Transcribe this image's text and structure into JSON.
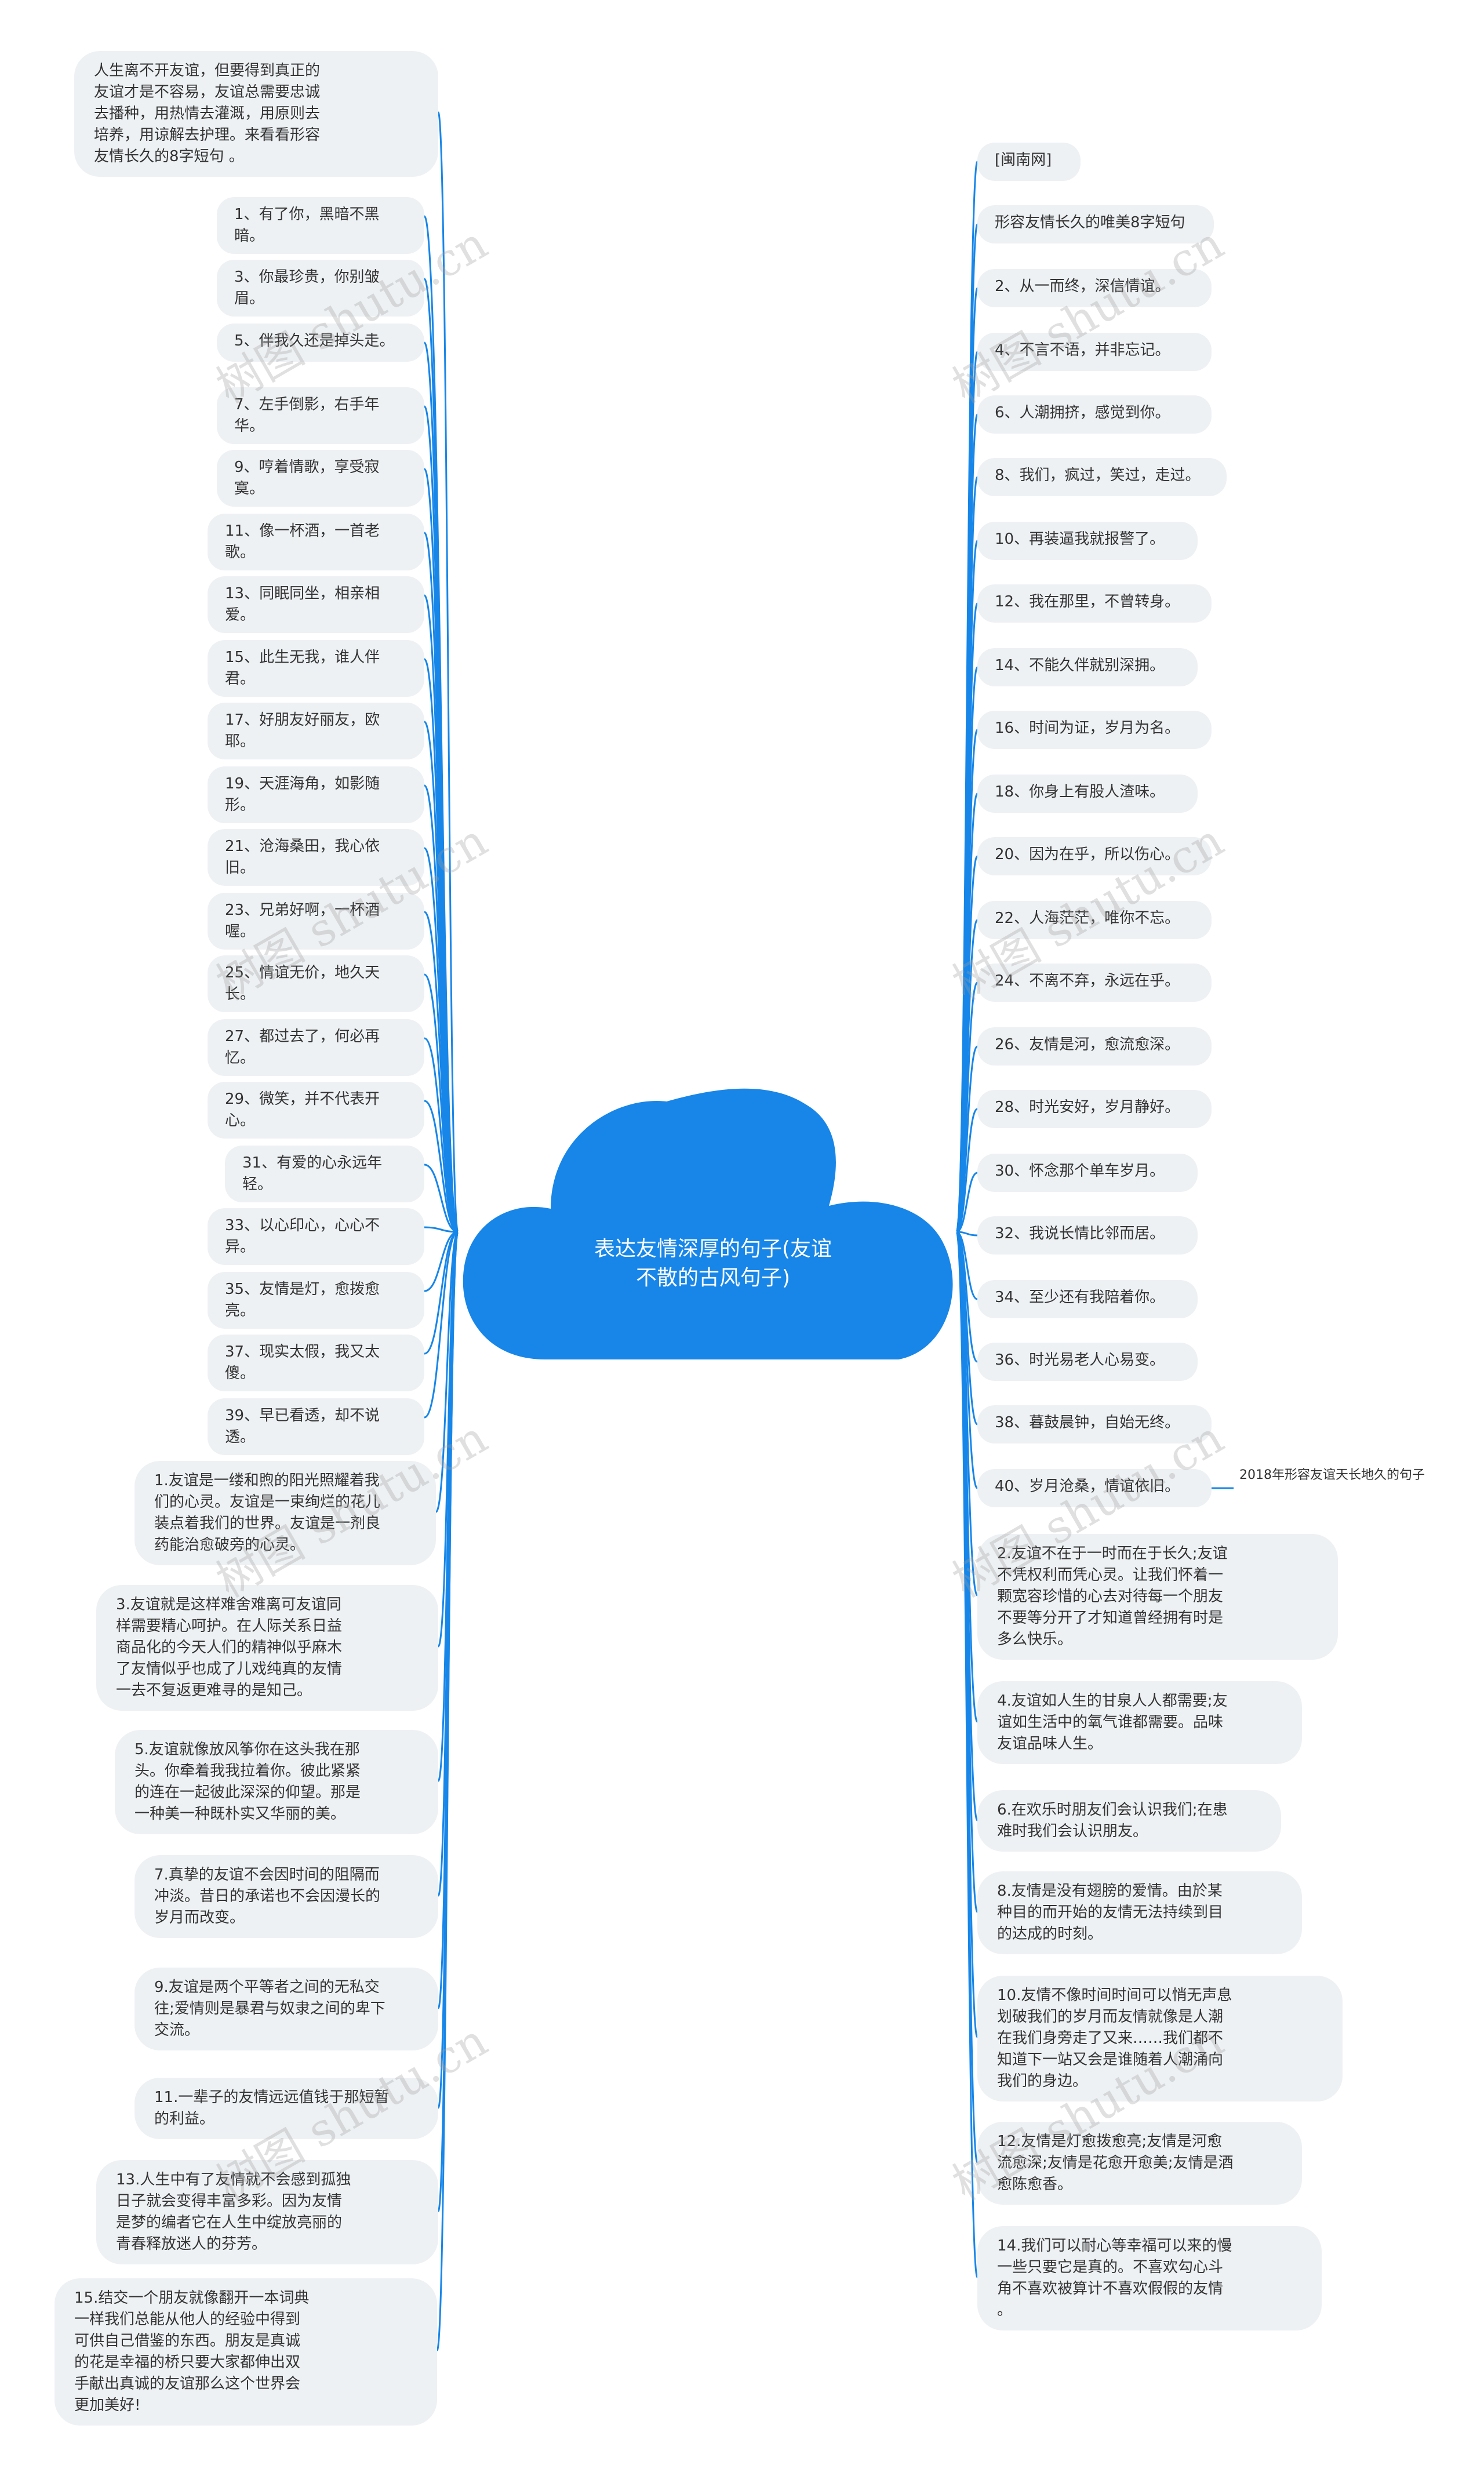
{
  "colors": {
    "accent": "#1786e8",
    "node_bg": "#eef1f4",
    "text": "#333333",
    "watermark": "#a0a0a0"
  },
  "center": {
    "title": "表达友情深厚的句子(友谊\n不散的古风句子)"
  },
  "left_nodes": [
    "人生离不开友谊，但要得到真正的\n友谊才是不容易，友谊总需要忠诚\n去播种，用热情去灌溉，用原则去\n培养，用谅解去护理。来看看形容\n友情长久的8字短句 。",
    "1、有了你，黑暗不黑暗。",
    "3、你最珍贵，你别皱眉。",
    "5、伴我久还是掉头走。",
    "7、左手倒影，右手年华。",
    "9、哼着情歌，享受寂寞。",
    "11、像一杯酒，一首老歌。",
    "13、同眠同坐，相亲相爱。",
    "15、此生无我，谁人伴君。",
    "17、好朋友好丽友，欧耶。",
    "19、天涯海角，如影随形。",
    "21、沧海桑田，我心依旧。",
    "23、兄弟好啊，一杯酒喔。",
    "25、情谊无价，地久天长。",
    "27、都过去了，何必再忆。",
    "29、微笑，并不代表开心。",
    "31、有爱的心永远年轻。",
    "33、以心印心，心心不异。",
    "35、友情是灯，愈拨愈亮。",
    "37、现实太假，我又太傻。",
    "39、早已看透，却不说透。",
    "1.友谊是一缕和煦的阳光照耀着我\n们的心灵。友谊是一束绚烂的花儿\n装点着我们的世界。友谊是一剂良\n药能治愈破旁的心灵。",
    "3.友谊就是这样难舍难离可友谊同\n样需要精心呵护。在人际关系日益\n商品化的今天人们的精神似乎麻木\n了友情似乎也成了儿戏纯真的友情\n一去不复返更难寻的是知己。",
    "5.友谊就像放风筝你在这头我在那\n头。你牵着我我拉着你。彼此紧紧\n的连在一起彼此深深的仰望。那是\n一种美一种既朴实又华丽的美。",
    "7.真挚的友谊不会因时间的阻隔而\n冲淡。昔日的承诺也不会因漫长的\n岁月而改变。",
    "9.友谊是两个平等者之间的无私交\n往;爱情则是暴君与奴隶之间的卑下\n交流。",
    "11.一辈子的友情远远值钱于那短暂\n的利益。",
    "13.人生中有了友情就不会感到孤独\n日子就会变得丰富多彩。因为友情\n是梦的编者它在人生中绽放亮丽的\n青春释放迷人的芬芳。",
    "15.结交一个朋友就像翻开一本词典\n一样我们总能从他人的经验中得到\n可供自己借鉴的东西。朋友是真诚\n的花是幸福的桥只要大家都伸出双\n手献出真诚的友谊那么这个世界会\n更加美好!"
  ],
  "right_nodes": [
    "[闽南网]",
    "形容友情长久的唯美8字短句",
    "2、从一而终，深信情谊。",
    "4、不言不语，并非忘记。",
    "6、人潮拥挤，感觉到你。",
    "8、我们，疯过，笑过，走过。",
    "10、再装逼我就报警了。",
    "12、我在那里，不曾转身。",
    "14、不能久伴就别深拥。",
    "16、时间为证，岁月为名。",
    "18、你身上有股人渣味。",
    "20、因为在乎，所以伤心。",
    "22、人海茫茫，唯你不忘。",
    "24、不离不弃，永远在乎。",
    "26、友情是河，愈流愈深。",
    "28、时光安好，岁月静好。",
    "30、怀念那个单车岁月。",
    "32、我说长情比邻而居。",
    "34、至少还有我陪着你。",
    "36、时光易老人心易变。",
    "38、暮鼓晨钟，自始无终。",
    "40、岁月沧桑，情谊依旧。",
    "2.友谊不在于一时而在于长久;友谊\n不凭权利而凭心灵。让我们怀着一\n颗宽容珍惜的心去对待每一个朋友\n不要等分开了才知道曾经拥有时是\n多么快乐。",
    "4.友谊如人生的甘泉人人都需要;友\n谊如生活中的氧气谁都需要。品味\n友谊品味人生。",
    "6.在欢乐时朋友们会认识我们;在患\n难时我们会认识朋友。",
    "8.友情是没有翅膀的爱情。由於某\n种目的而开始的友情无法持续到目\n的达成的时刻。",
    "10.友情不像时间时间可以悄无声息\n划破我们的岁月而友情就像是人潮\n在我们身旁走了又来……我们都不\n知道下一站又会是谁随着人潮涌向\n我们的身边。",
    "12.友情是灯愈拨愈亮;友情是河愈\n流愈深;友情是花愈开愈美;友情是酒\n愈陈愈香。",
    "14.我们可以耐心等幸福可以来的慢\n一些只要它是真的。不喜欢勾心斗\n角不喜欢被算计不喜欢假假的友情\n。"
  ],
  "side_label": "2018年形容友谊天长地久的句子",
  "watermark": "树图 shutu.cn"
}
